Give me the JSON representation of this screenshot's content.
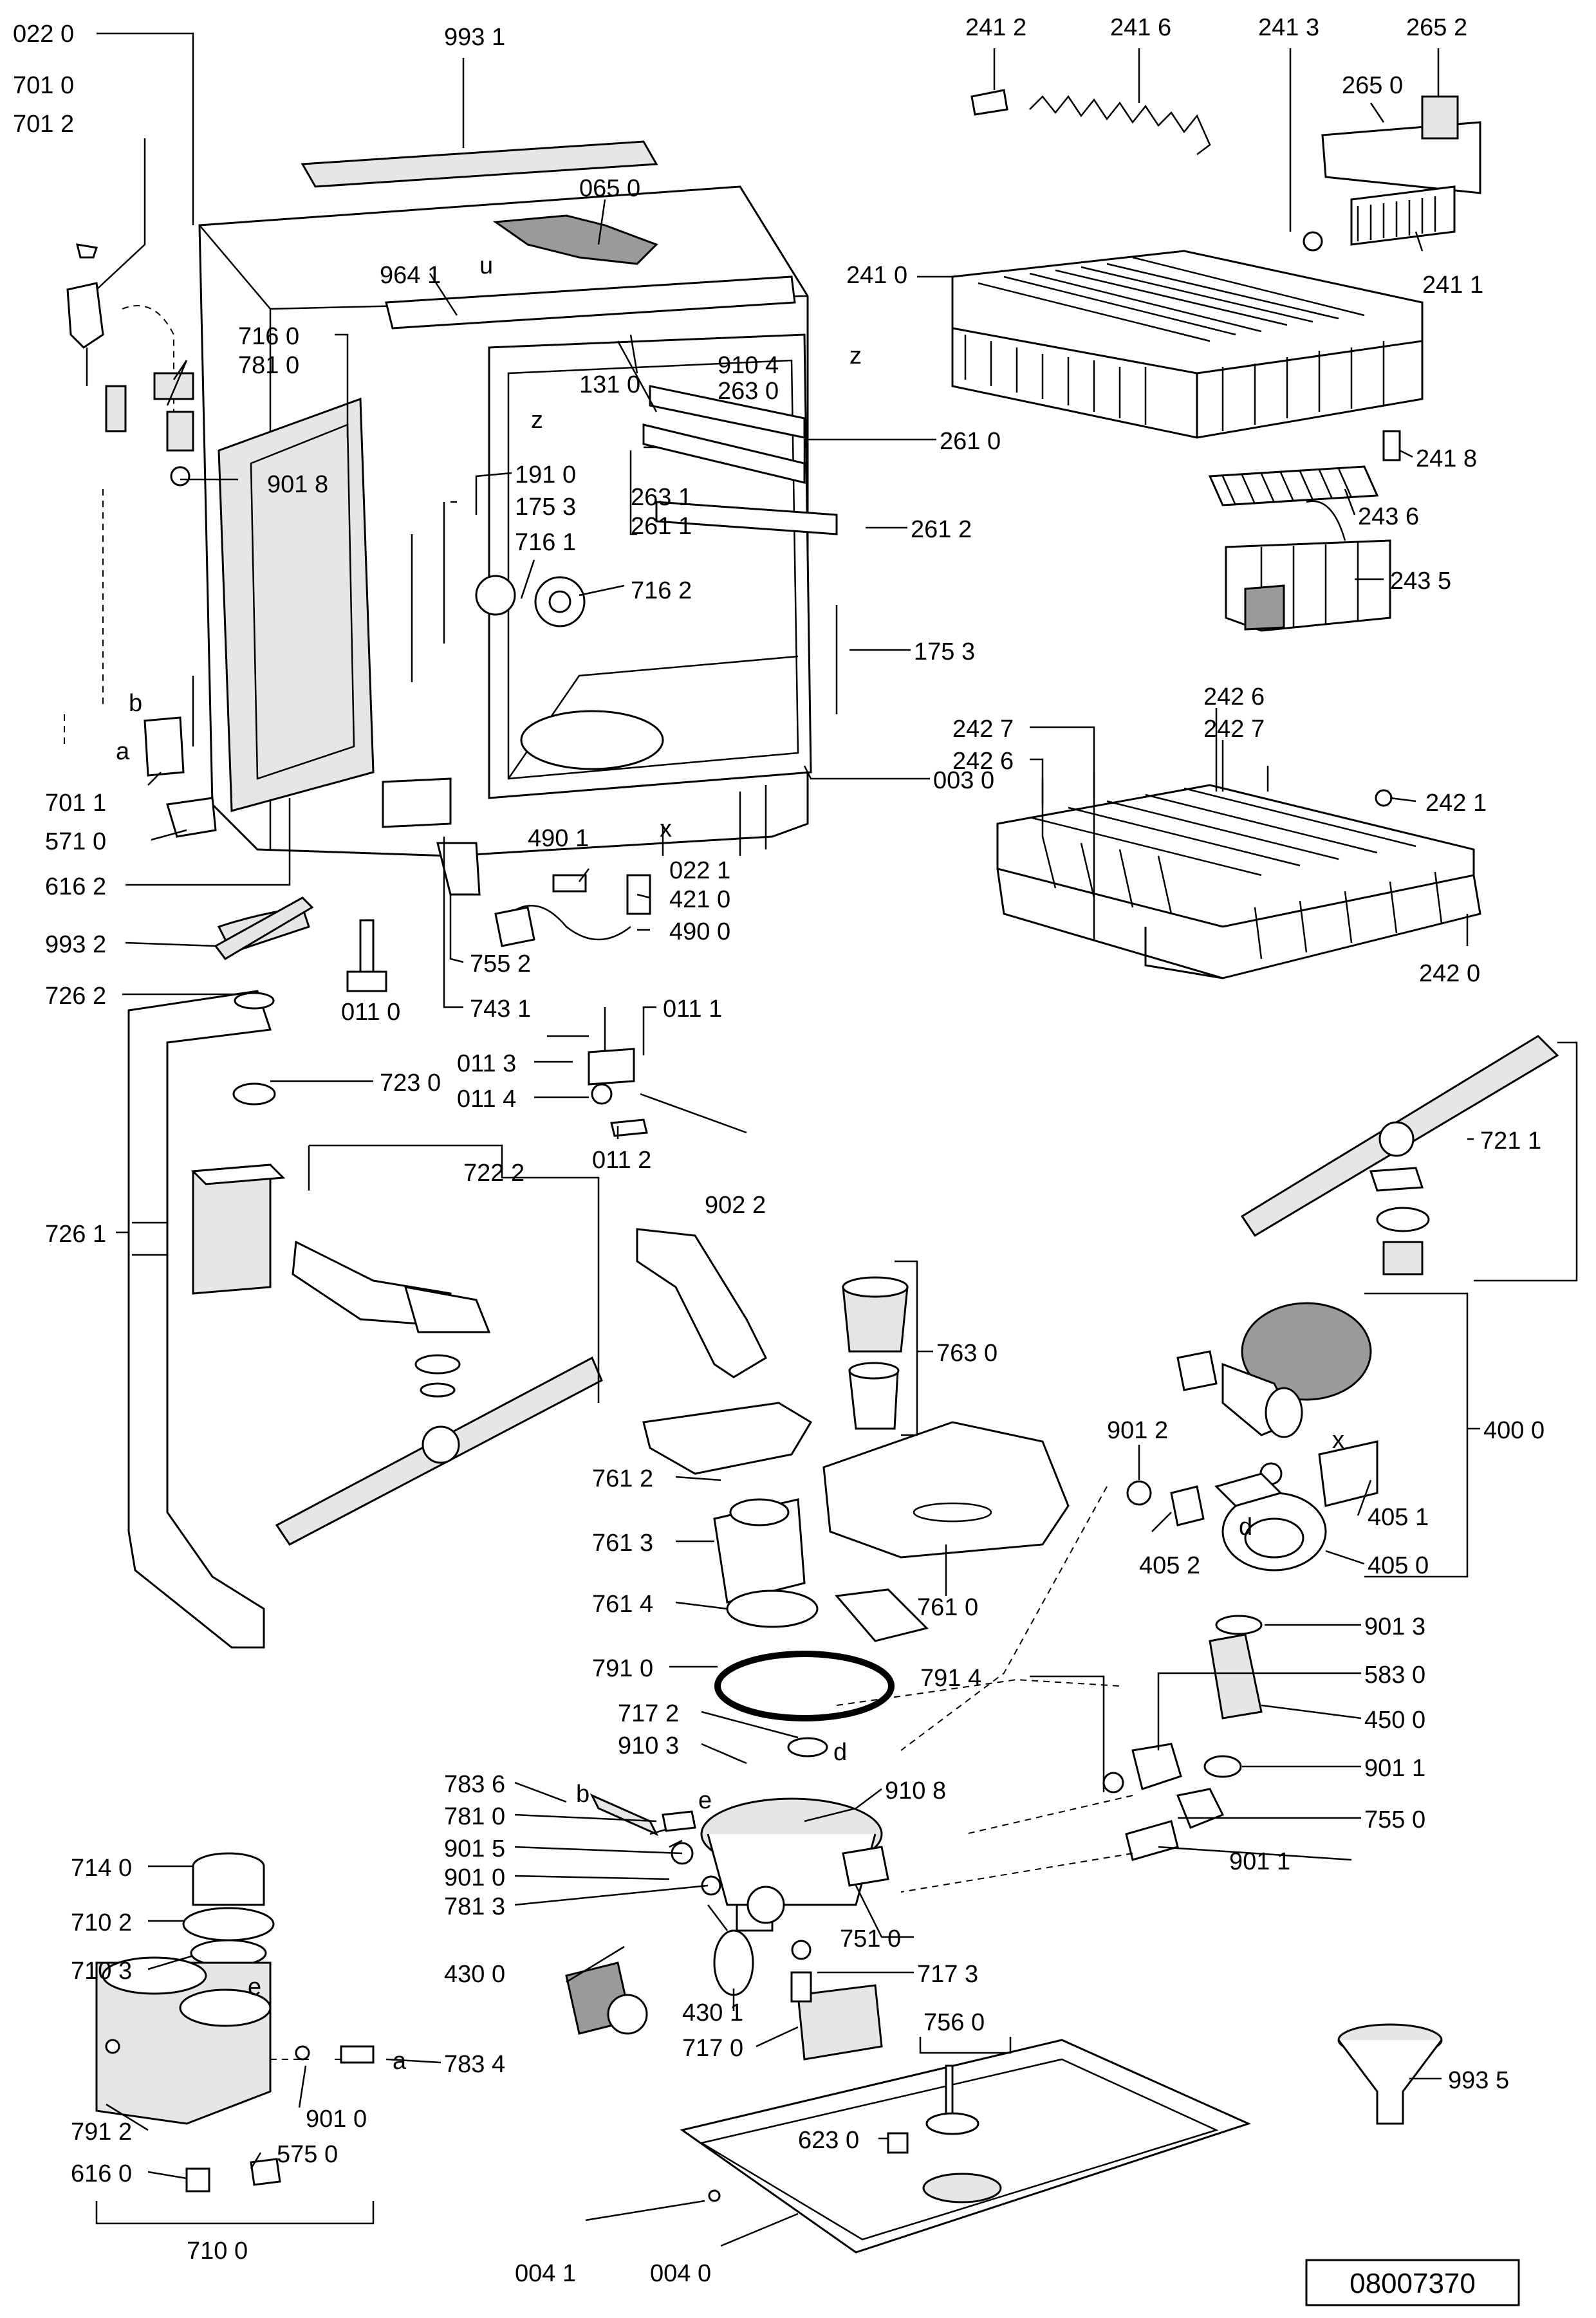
{
  "document_number": "08007370",
  "labels": {
    "p0220": "022 0",
    "p7010": "701 0",
    "p7012": "701 2",
    "p9931": "993 1",
    "p0650": "065 0",
    "p9641": "964 1",
    "p7160": "716 0",
    "p7810": "781 0",
    "p9104": "910 4",
    "p1310": "131 0",
    "p2630": "263 0",
    "p2610": "261 0",
    "p9018": "901 8",
    "p1910": "191 0",
    "p2631": "263 1",
    "p1753a": "175 3",
    "p2611": "261 1",
    "p2612": "261 2",
    "p7161": "716 1",
    "p7162": "716 2",
    "p1753b": "175 3",
    "p0030": "003 0",
    "p7011": "701 1",
    "p5710": "571 0",
    "p4901": "490 1",
    "p0221": "022 1",
    "p4210": "421 0",
    "p4900": "490 0",
    "p6162": "616 2",
    "p9932": "993 2",
    "p7552": "755 2",
    "p7431": "743 1",
    "p7262": "726 2",
    "p0110": "011 0",
    "p0111": "011 1",
    "p7230": "723 0",
    "p0113": "011 3",
    "p0114": "011 4",
    "p0112": "011 2",
    "p7222": "722 2",
    "p9022": "902 2",
    "p7261": "726 1",
    "p7630": "763 0",
    "p7612": "761 2",
    "p7613": "761 3",
    "p7614": "761 4",
    "p7610": "761 0",
    "p7910": "791 0",
    "p7172": "717 2",
    "p9103": "910 3",
    "p9108": "910 8",
    "p7836": "783 6",
    "p7810b": "781 0",
    "p9015": "901 5",
    "p9010": "901 0",
    "p7813": "781 3",
    "p7140": "714 0",
    "p7102": "710 2",
    "p7103": "710 3",
    "p7834": "783 4",
    "p4300": "430 0",
    "p7510": "751 0",
    "p7173": "717 3",
    "p4301": "430 1",
    "p7170": "717 0",
    "p7560": "756 0",
    "p9010b": "901 0",
    "p7912": "791 2",
    "p5750": "575 0",
    "p6160": "616 0",
    "p7100": "710 0",
    "p6230": "623 0",
    "p0041": "004 1",
    "p0040": "004 0",
    "p9935": "993 5",
    "p2412": "241 2",
    "p2416": "241 6",
    "p2413": "241 3",
    "p2652": "265 2",
    "p2650": "265 0",
    "p2410": "241 0",
    "p2411": "241 1",
    "p2418": "241 8",
    "p2436": "243 6",
    "p2435": "243 5",
    "p2426a": "242 6",
    "p2427a": "242 7",
    "p2427b": "242 7",
    "p2426b": "242 6",
    "p2421": "242 1",
    "p2420": "242 0",
    "p7211": "721 1",
    "p4000": "400 0",
    "p9012": "901 2",
    "p4051": "405 1",
    "p4052": "405 2",
    "p4050": "405 0",
    "p9013": "901 3",
    "p7914": "791 4",
    "p5830": "583 0",
    "p4500": "450 0",
    "p9011": "901 1",
    "p7550": "755 0",
    "p9011b": "901 1"
  },
  "letter_marks": {
    "u": "u",
    "z1": "z",
    "z2": "z",
    "x1": "x",
    "x2": "x",
    "b1": "b",
    "a1": "a",
    "d1": "d",
    "d2": "d",
    "b2": "b",
    "e1": "e",
    "e2": "e",
    "a2": "a"
  },
  "icons": [
    "cabinet-shell",
    "upper-rack",
    "lower-rack",
    "cutlery-basket",
    "spray-arm",
    "circulation-pump",
    "sump",
    "water-softener",
    "base-plate",
    "funnel"
  ]
}
